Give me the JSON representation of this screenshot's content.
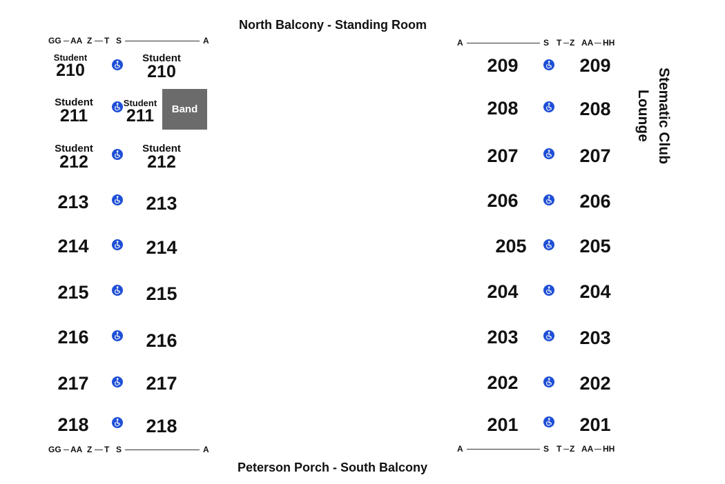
{
  "titles": {
    "north": "North Balcony - Standing Room",
    "south": "Peterson Porch - South Balcony",
    "lounge_line1": "Stematic Club",
    "lounge_line2": "Lounge"
  },
  "row_labels": {
    "gg": "GG",
    "aa": "AA",
    "z": "Z",
    "t": "T",
    "s": "S",
    "a": "A",
    "hh": "HH"
  },
  "student_label": "Student",
  "band_label": "Band",
  "left_outer": [
    "210",
    "211",
    "212",
    "213",
    "214",
    "215",
    "216",
    "217",
    "218"
  ],
  "left_inner": [
    "210",
    "211",
    "212",
    "213",
    "214",
    "215",
    "216",
    "217",
    "218"
  ],
  "right_inner": [
    "209",
    "208",
    "207",
    "206",
    "205",
    "204",
    "203",
    "202",
    "201"
  ],
  "right_outer": [
    "209",
    "208",
    "207",
    "206",
    "205",
    "204",
    "203",
    "202",
    "201"
  ],
  "icons": {
    "wheelchair": "wheelchair-accessible-icon"
  },
  "colors": {
    "accessible_blue": "#1f4fd6",
    "band_gray": "#6b6b6b"
  }
}
